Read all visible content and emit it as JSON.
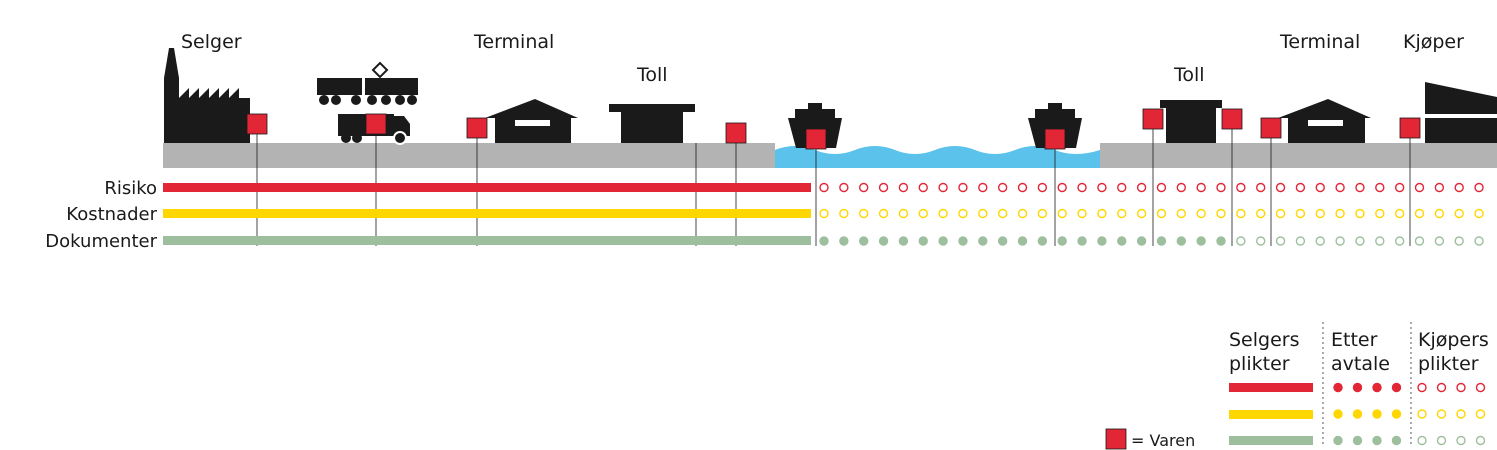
{
  "locations": {
    "seller": "Selger",
    "terminal_1": "Terminal",
    "customs_1": "Toll",
    "customs_2": "Toll",
    "terminal_2": "Terminal",
    "buyer": "Kjøper"
  },
  "rows": {
    "risk": "Risiko",
    "costs": "Kostnader",
    "documents": "Dokumenter"
  },
  "legend": {
    "seller_line1": "Selgers",
    "seller_line2": "plikter",
    "agreement_line1": "Etter",
    "agreement_line2": "avtale",
    "buyer_line1": "Kjøpers",
    "buyer_line2": "plikter",
    "goods": "= Varen"
  },
  "colors": {
    "risk": "#e32636",
    "costs": "#ffd700",
    "documents": "#9dbf9e",
    "ground": "#b3b3b3",
    "water": "#5bc2ec",
    "building": "#1a1a1a",
    "goods": "#e32636"
  },
  "icons": [
    "factory-icon",
    "train-icon",
    "truck-icon",
    "warehouse-icon",
    "customs-house-icon",
    "ship-icon",
    "buyer-house-icon"
  ]
}
